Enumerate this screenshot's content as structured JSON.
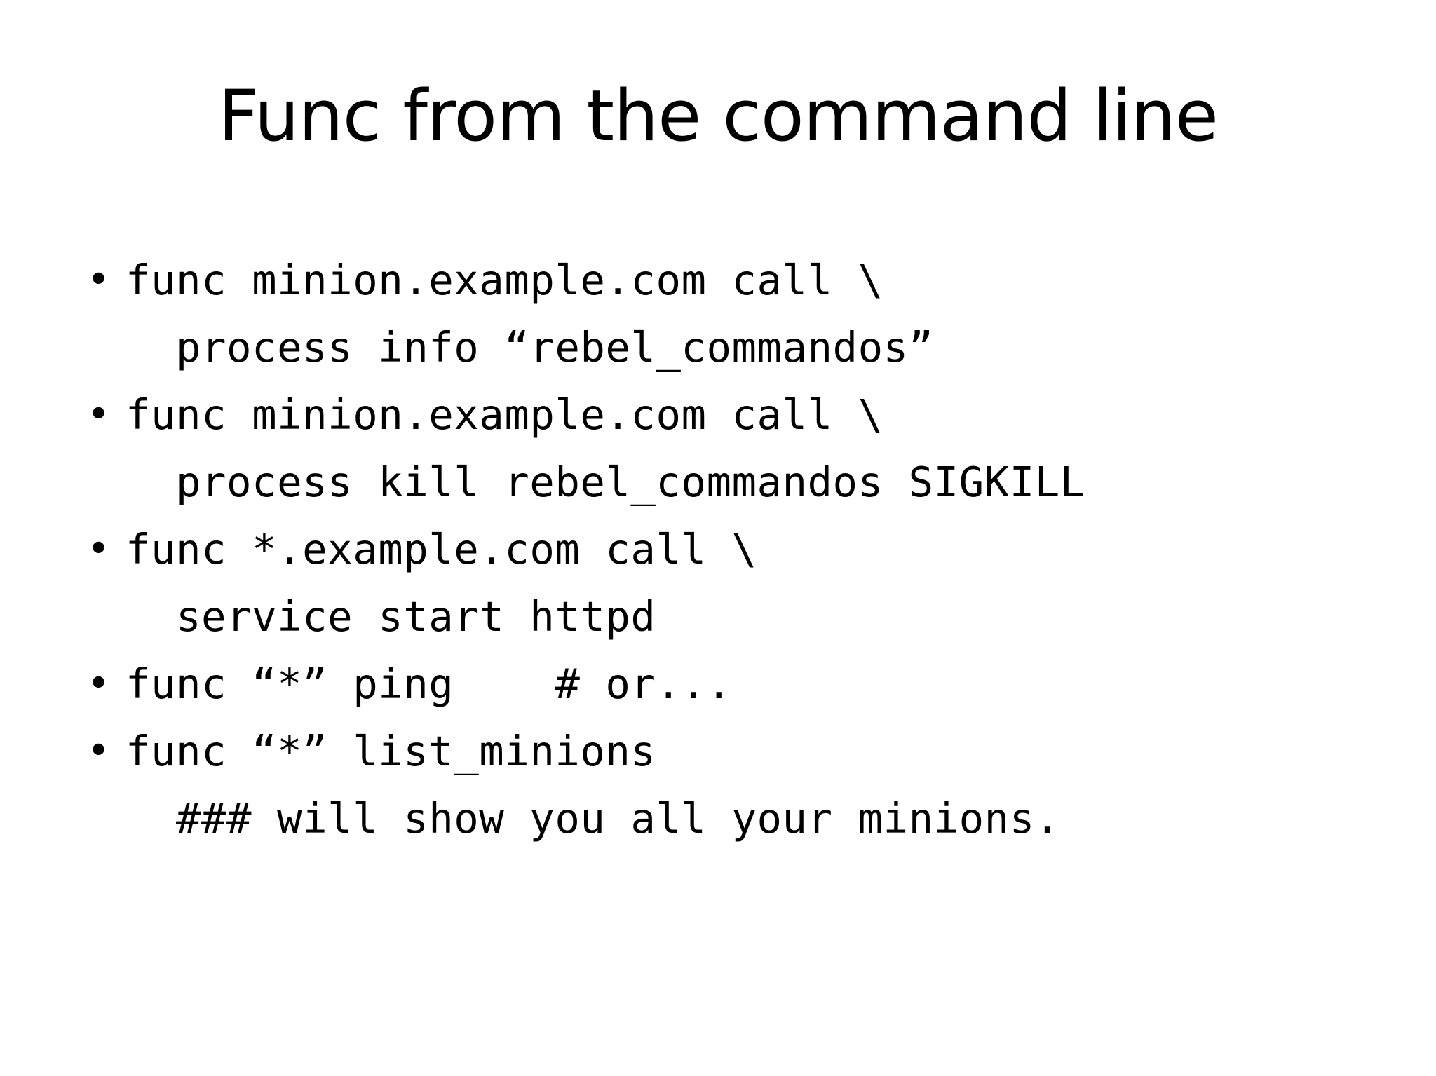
{
  "slide": {
    "title": "Func from the command line",
    "background_color": "#ffffff",
    "text_color": "#000000",
    "bullet_glyph": "•",
    "bullets": [
      {
        "marker": "•",
        "lines": [
          "func minion.example.com call \\",
          "process info “rebel_commandos”"
        ]
      },
      {
        "marker": "•",
        "lines": [
          "func minion.example.com call \\",
          "process kill rebel_commandos SIGKILL"
        ]
      },
      {
        "marker": "•",
        "lines": [
          "func *.example.com call \\",
          "service start httpd"
        ]
      },
      {
        "marker": "•",
        "lines": [
          "func “*” ping    # or..."
        ]
      },
      {
        "marker": "•",
        "lines": [
          "func “*” list_minions",
          "### will show you all your minions."
        ]
      }
    ]
  }
}
